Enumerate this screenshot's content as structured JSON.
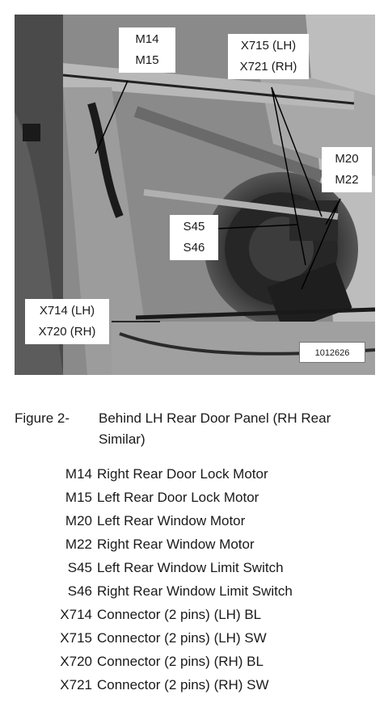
{
  "figure": {
    "callouts": [
      {
        "id": "c1",
        "lines": [
          "M14",
          "M15"
        ]
      },
      {
        "id": "c2",
        "lines": [
          "X715 (LH)",
          "X721 (RH)"
        ]
      },
      {
        "id": "c3",
        "lines": [
          "M20",
          "M22"
        ]
      },
      {
        "id": "c4",
        "lines": [
          "S45",
          "S46"
        ]
      },
      {
        "id": "c5",
        "lines": [
          "X714 (LH)",
          "X720 (RH)"
        ]
      }
    ],
    "image_id": "1012626"
  },
  "caption": {
    "label": "Figure 2-",
    "text": "Behind LH Rear Door Panel (RH Rear Similar)"
  },
  "legend": [
    {
      "code": "M14",
      "desc": "Right Rear Door Lock Motor"
    },
    {
      "code": "M15",
      "desc": "Left Rear Door Lock Motor"
    },
    {
      "code": "M20",
      "desc": "Left Rear Window Motor"
    },
    {
      "code": "M22",
      "desc": "Right Rear Window Motor"
    },
    {
      "code": "S45",
      "desc": "Left Rear Window Limit Switch"
    },
    {
      "code": "S46",
      "desc": "Right Rear Window Limit Switch"
    },
    {
      "code": "X714",
      "desc": "Connector (2 pins) (LH) BL"
    },
    {
      "code": "X715",
      "desc": "Connector (2 pins) (LH) SW"
    },
    {
      "code": "X720",
      "desc": "Connector (2 pins) (RH) BL"
    },
    {
      "code": "X721",
      "desc": "Connector (2 pins) (RH) SW"
    }
  ]
}
